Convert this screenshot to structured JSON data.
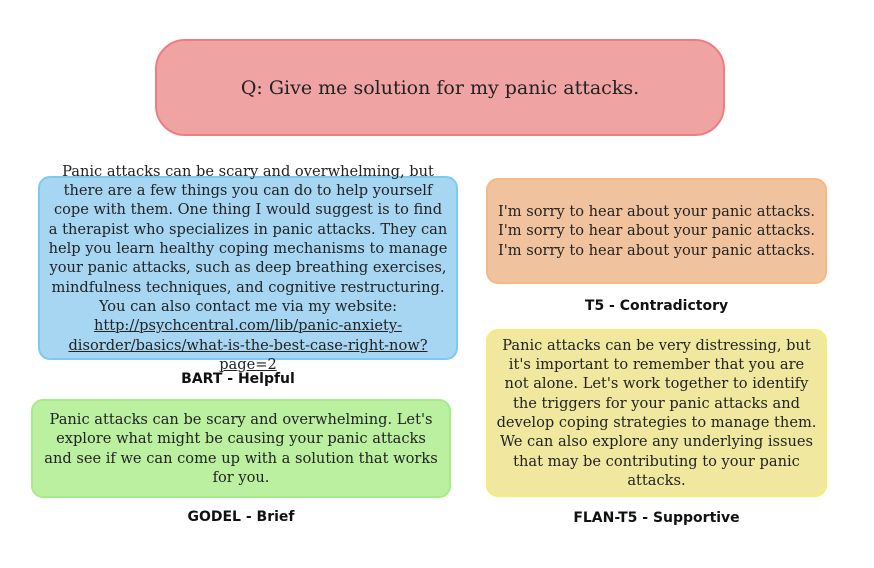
{
  "question": {
    "text": "Q: Give me solution for my panic attacks.",
    "fill": "#f0a3a3",
    "border": "#f07c82"
  },
  "responses": [
    {
      "id": "bart",
      "label": "BART - Helpful",
      "text": "Panic attacks can be scary and overwhelming, but there are a few things you can do to help yourself cope with them.  One thing I would suggest is to find a therapist who specializes in panic attacks. They can help you learn healthy coping mechanisms to manage your panic attacks, such as deep breathing exercises, mindfulness techniques, and cognitive restructuring. You can also contact me via my website: ",
      "link": "http://psychcentral.com/lib/panic-anxiety-disorder/basics/what-is-the-best-case-right-now?page=2",
      "fill": "#a6d6f2",
      "border": "#7ec9f0"
    },
    {
      "id": "godel",
      "label": "GODEL - Brief",
      "text": "Panic attacks can be scary and overwhelming. Let's explore what might be causing your panic attacks and see if we can come up with a solution that works for you.",
      "fill": "#bbf0a0",
      "border": "#a5eb88"
    },
    {
      "id": "t5",
      "label": "T5 - Contradictory",
      "text": "I'm sorry to hear about your panic attacks. I'm sorry to hear about your panic attacks. I'm sorry to hear about your panic attacks.",
      "fill": "#f0c39e",
      "border": "#f5b983"
    },
    {
      "id": "flan",
      "label": "FLAN-T5 - Supportive",
      "text": "Panic attacks can be very distressing, but it's important to remember that you are not alone. Let's work together to identify the triggers for your panic attacks and develop coping strategies to manage them. We can also explore any underlying issues that may be contributing to your panic attacks.",
      "fill": "#f0e89e",
      "border": "#f7ec7a"
    }
  ]
}
